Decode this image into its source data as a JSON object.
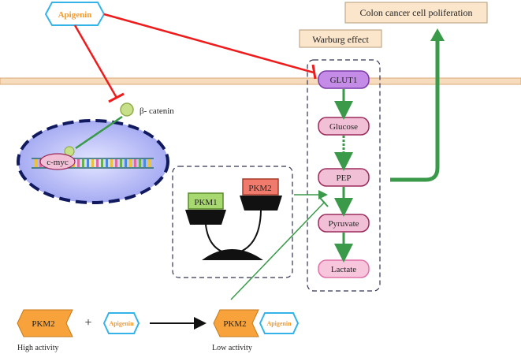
{
  "title_box": "Colon cancer cell poliferation",
  "warburg_label": "Warburg effect",
  "apigenin_top": "Apigenin",
  "beta_catenin": "β- catenin",
  "cmyc": "c-myc",
  "pathway": {
    "glut1": "GLUT1",
    "glucose": "Glucose",
    "pep": "PEP",
    "pyruvate": "Pyruvate",
    "lactate": "Lactate"
  },
  "pkm1": "PKM1",
  "pkm2": "PKM2",
  "bottom": {
    "pkm2_left": "PKM2",
    "plus": "+",
    "apigenin_small": "Apigenin",
    "pkm2_right": "PKM2",
    "apigenin_right": "Apigenin",
    "high_activity": "High activity",
    "low_activity": "Low activity"
  },
  "colors": {
    "membrane": "#f6dcbc",
    "membrane_edge": "#d9a874",
    "red": "#ee1c1c",
    "green": "#3a9a4a",
    "apigenin_text": "#f39a2b",
    "apigenin_border": "#33b3e8",
    "glut1_fill": "#c48ce6",
    "node_fill": "#f2c0d6",
    "node_border": "#9b2a5b",
    "pkm1_fill": "#a8d870",
    "pkm2_fill": "#f07b6c",
    "nucleus_fill": "#aeb4f5",
    "nucleus_border": "#111a5e",
    "title_fill": "#fbe6cc",
    "pkm2_shape": "#f7a23a",
    "dashed_box": "#333355"
  }
}
